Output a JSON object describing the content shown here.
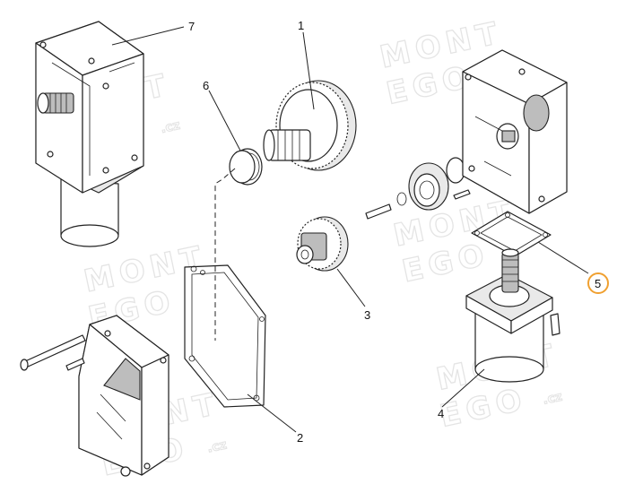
{
  "diagram": {
    "callouts": [
      {
        "id": "1",
        "label": "1"
      },
      {
        "id": "2",
        "label": "2"
      },
      {
        "id": "3",
        "label": "3"
      },
      {
        "id": "4",
        "label": "4"
      },
      {
        "id": "5",
        "label": "5"
      },
      {
        "id": "6",
        "label": "6"
      },
      {
        "id": "7",
        "label": "7"
      }
    ],
    "highlighted_callout": "5",
    "highlight_color": "#f0a030",
    "watermark": {
      "word_top": "MONT",
      "word_bottom": "EGO",
      "suffix": ".cz"
    }
  }
}
